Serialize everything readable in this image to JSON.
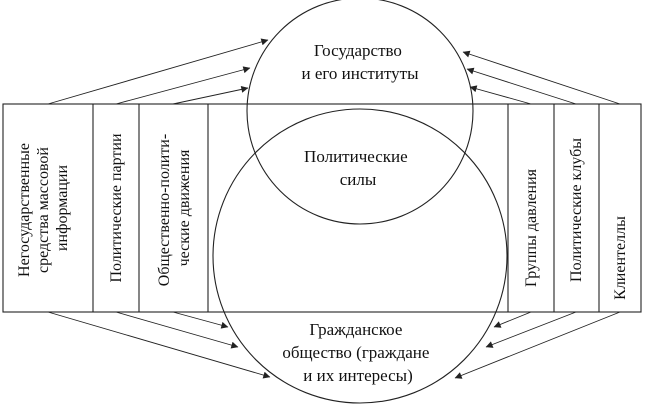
{
  "state": [
    "Государство",
    "и его институты"
  ],
  "political_forces": [
    "Политические",
    "силы"
  ],
  "civil_society": [
    "Гражданское",
    "общество (граждане",
    "и их интересы)"
  ],
  "left_columns": [
    [
      "Негосударственные",
      "средства массовой",
      "информации"
    ],
    [
      "Политические партии"
    ],
    [
      "Общественно-полити-",
      "ческие движения"
    ]
  ],
  "right_columns": [
    [
      "Группы давления"
    ],
    [
      "Политические клубы"
    ],
    [
      "Клиентеллы"
    ]
  ]
}
